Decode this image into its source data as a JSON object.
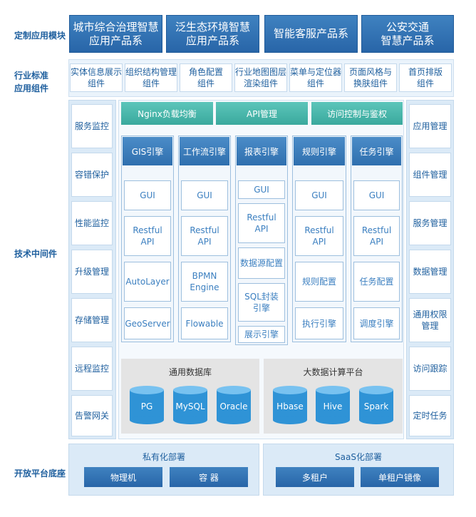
{
  "row_labels": {
    "custom": "定制应用模块",
    "industry_line1": "行业标准",
    "industry_line2": "应用组件",
    "middleware": "技术中间件",
    "platform": "开放平台底座"
  },
  "products": [
    {
      "line1": "城市综合治理智慧",
      "line2": "应用产品系"
    },
    {
      "line1": "泛生态环境智慧",
      "line2": "应用产品系"
    },
    {
      "line1": "智能客服产品系",
      "line2": ""
    },
    {
      "line1": "公安交通",
      "line2": "智慧产品系"
    }
  ],
  "components": [
    {
      "line1": "实体信息展示",
      "line2": "组件"
    },
    {
      "line1": "组织结构管理",
      "line2": "组件"
    },
    {
      "line1": "角色配置",
      "line2": "组件"
    },
    {
      "line1": "行业地图图层",
      "line2": "渲染组件"
    },
    {
      "line1": "菜单与定位器",
      "line2": "组件"
    },
    {
      "line1": "页面风格与",
      "line2": "换肤组件"
    },
    {
      "line1": "首页排版",
      "line2": "组件"
    }
  ],
  "left_items": [
    "服务监控",
    "容错保护",
    "性能监控",
    "升级管理",
    "存储管理",
    "远程监控",
    "告警网关"
  ],
  "right_items": [
    {
      "line1": "应用管理",
      "line2": ""
    },
    {
      "line1": "组件管理",
      "line2": ""
    },
    {
      "line1": "服务管理",
      "line2": ""
    },
    {
      "line1": "数据管理",
      "line2": ""
    },
    {
      "line1": "通用权限",
      "line2": "管理"
    },
    {
      "line1": "访问跟踪",
      "line2": ""
    },
    {
      "line1": "定时任务",
      "line2": ""
    }
  ],
  "gateway": [
    "Nginx负载均衡",
    "API管理",
    "访问控制与鉴权"
  ],
  "engines": [
    {
      "title": "GIS引擎",
      "cells": [
        {
          "line1": "GUI",
          "line2": ""
        },
        {
          "line1": "Restful",
          "line2": "API"
        },
        {
          "line1": "AutoLayer",
          "line2": ""
        },
        {
          "line1": "GeoServer",
          "line2": ""
        }
      ]
    },
    {
      "title": "工作流引擎",
      "cells": [
        {
          "line1": "GUI",
          "line2": ""
        },
        {
          "line1": "Restful",
          "line2": "API"
        },
        {
          "line1": "BPMN",
          "line2": "Engine"
        },
        {
          "line1": "Flowable",
          "line2": ""
        }
      ]
    },
    {
      "title": "报表引擎",
      "cells": [
        {
          "line1": "GUI",
          "line2": ""
        },
        {
          "line1": "Restful",
          "line2": "API"
        },
        {
          "line1": "数据源配置",
          "line2": ""
        },
        {
          "line1": "SQL封装",
          "line2": "引擎"
        },
        {
          "line1": "展示引擎",
          "line2": ""
        }
      ]
    },
    {
      "title": "规则引擎",
      "cells": [
        {
          "line1": "GUI",
          "line2": ""
        },
        {
          "line1": "Restful",
          "line2": "API"
        },
        {
          "line1": "规则配置",
          "line2": ""
        },
        {
          "line1": "执行引擎",
          "line2": ""
        }
      ]
    },
    {
      "title": "任务引擎",
      "cells": [
        {
          "line1": "GUI",
          "line2": ""
        },
        {
          "line1": "Restful",
          "line2": "API"
        },
        {
          "line1": "任务配置",
          "line2": ""
        },
        {
          "line1": "调度引擎",
          "line2": ""
        }
      ]
    }
  ],
  "database": {
    "title": "通用数据库",
    "items": [
      "PG",
      "MySQL",
      "Oracle"
    ]
  },
  "bigdata": {
    "title": "大数据计算平台",
    "items": [
      "Hbase",
      "Hive",
      "Spark"
    ]
  },
  "deploy": [
    {
      "title": "私有化部署",
      "buttons": [
        "物理机",
        "容 器"
      ]
    },
    {
      "title": "SaaS化部署",
      "buttons": [
        "多租户",
        "单租户镜像"
      ]
    }
  ],
  "colors": {
    "primary": "#2f6fae",
    "teal": "#3aa99d",
    "cylinder": "#2f93d6"
  }
}
